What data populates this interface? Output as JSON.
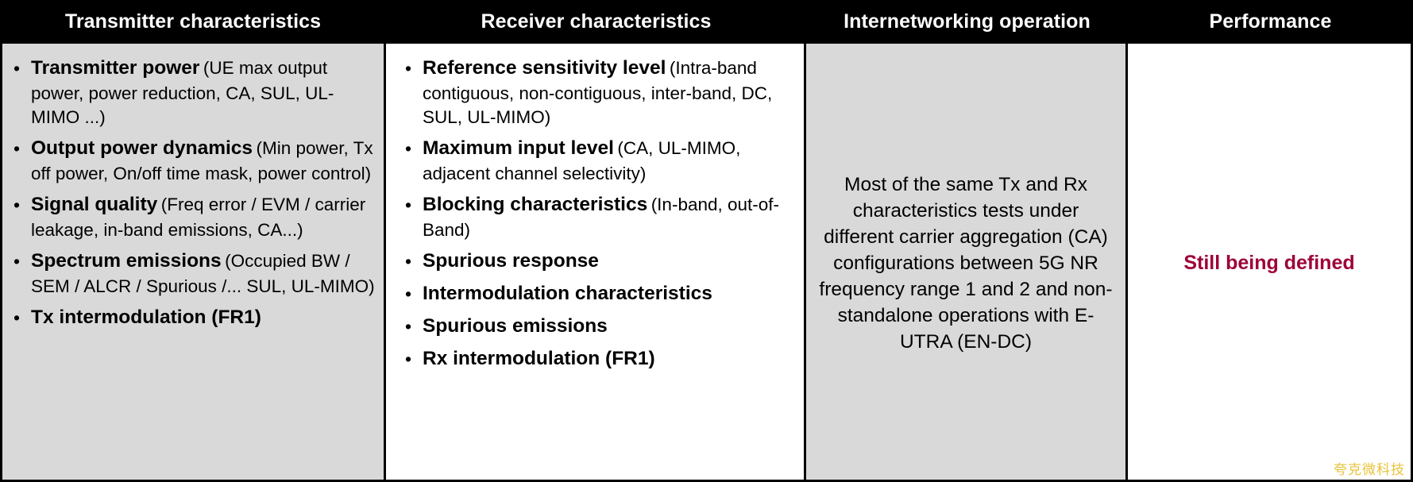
{
  "table": {
    "headers": [
      {
        "label": "Transmitter characteristics"
      },
      {
        "label": "Receiver characteristics"
      },
      {
        "label": "Internetworking operation"
      },
      {
        "label": "Performance"
      }
    ],
    "transmitter": {
      "items": [
        {
          "title": "Transmitter power",
          "sub": "(UE max output power, power reduction, CA, SUL, UL-MIMO ...)"
        },
        {
          "title": "Output power dynamics",
          "sub": "(Min power, Tx off power, On/off time mask, power control)"
        },
        {
          "title": "Signal quality",
          "sub": "(Freq error / EVM / carrier leakage, in-band emissions, CA...)"
        },
        {
          "title": "Spectrum emissions",
          "sub": "(Occupied BW / SEM / ALCR / Spurious /... SUL, UL-MIMO)"
        },
        {
          "title": "Tx intermodulation (FR1)",
          "sub": ""
        }
      ]
    },
    "receiver": {
      "items": [
        {
          "title": "Reference sensitivity level",
          "sub": "(Intra-band contiguous, non-contiguous, inter-band, DC, SUL, UL-MIMO)"
        },
        {
          "title": "Maximum input level",
          "sub": "(CA, UL-MIMO, adjacent channel selectivity)"
        },
        {
          "title": "Blocking characteristics",
          "sub": "(In-band, out-of-Band)"
        },
        {
          "title": "Spurious response",
          "sub": ""
        },
        {
          "title": "Intermodulation characteristics",
          "sub": ""
        },
        {
          "title": "Spurious emissions",
          "sub": ""
        },
        {
          "title": "Rx intermodulation (FR1)",
          "sub": ""
        }
      ]
    },
    "internetworking": {
      "paragraph": "Most of the same Tx and Rx characteristics tests under different carrier aggregation (CA) configurations between 5G NR frequency range 1 and 2 and non-standalone operations with  E-UTRA (EN-DC)"
    },
    "performance": {
      "text": "Still being defined"
    },
    "bullet_glyph": "•",
    "watermark": "夸克微科技",
    "colors": {
      "header_background": "#000000",
      "header_text": "#ffffff",
      "shaded_cell": "#d9d9d9",
      "plain_cell": "#ffffff",
      "performance_text": "#9e0038",
      "watermark_text": "#e8c339",
      "border": "#000000"
    }
  }
}
